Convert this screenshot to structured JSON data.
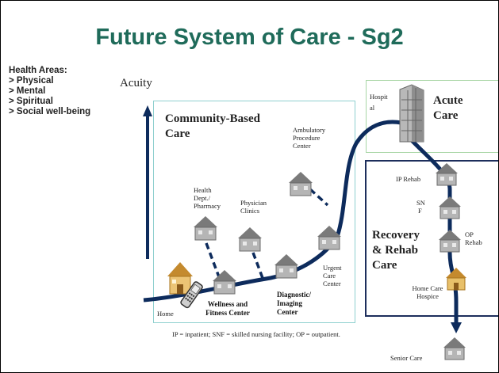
{
  "title": "Future System of Care - Sg2",
  "health_areas": {
    "heading": "Health Areas:",
    "items": [
      "> Physical",
      "> Mental",
      "> Spiritual",
      "> Social well-being"
    ]
  },
  "axis_label": "Acuity",
  "regions": {
    "community": [
      "Community-Based",
      "Care"
    ],
    "acute": [
      "Acute",
      "Care"
    ],
    "recovery": [
      "Recovery",
      "& Rehab",
      "Care"
    ]
  },
  "nodes": {
    "home": "Home",
    "wellness": [
      "Wellness and",
      "Fitness Center"
    ],
    "health_dept": [
      "Health",
      "Dept./",
      "Pharmacy"
    ],
    "physician": [
      "Physician",
      "Clinics"
    ],
    "diagnostic": [
      "Diagnostic/",
      "Imaging",
      "Center"
    ],
    "ambulatory": [
      "Ambulatory",
      "Procedure",
      "Center"
    ],
    "urgent": [
      "Urgent",
      "Care",
      "Center"
    ],
    "hospital": [
      "Hospit",
      "al"
    ],
    "ip_rehab": "IP Rehab",
    "snf": [
      "SN",
      "F"
    ],
    "op_rehab": [
      "OP",
      "Rehab"
    ],
    "home_care": [
      "Home Care",
      "Hospice"
    ],
    "senior": "Senior Care"
  },
  "footnote": "IP = inpatient; SNF = skilled nursing facility; OP = outpatient.",
  "colors": {
    "title": "#1f6b5a",
    "path": "#0d2b5c",
    "community_border": "#8fd0cf",
    "acute_border": "#a9d6a6",
    "recovery_border": "#1d2e5c",
    "building": "#9a9a9a",
    "home_building": "#e2b25a"
  }
}
